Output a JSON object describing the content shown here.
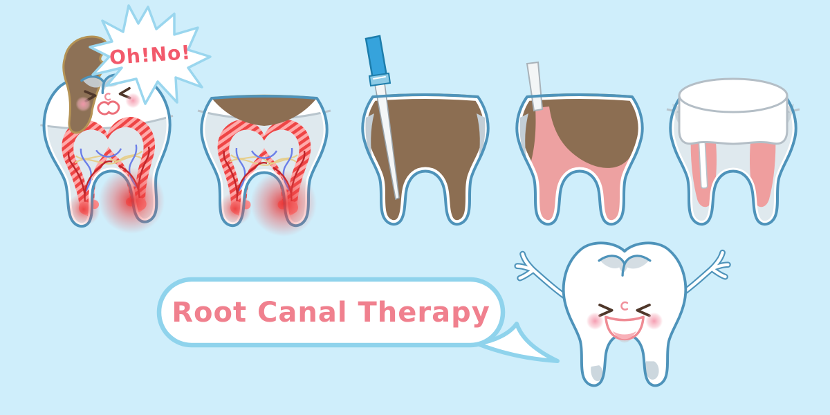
{
  "scene": {
    "background": "#cfeefb",
    "title": "Root Canal Therapy"
  },
  "exclamation": {
    "label": "Oh!No!",
    "color": "#f2596b"
  },
  "speech_bubble": {
    "label": "Root Canal Therapy",
    "text_color": "#f0808e",
    "border_color": "#8fd3ec",
    "fill": "#ffffff"
  },
  "palette": {
    "tooth_outline": "#4e93ba",
    "enamel": "#ffffff",
    "dentin": "#dfe9ee",
    "dentin_line": "#b9c5cd",
    "pulp_stripe_red": "#ee4545",
    "pulp_base_pink": "#ffaaaa",
    "root_tip_pink": "#fb8f8f",
    "inflammation_glow": "#e62e2e",
    "decay_brown": "#8d7156",
    "decay_rim_tan": "#c9a353",
    "filling_pink": "#eda1a1",
    "file_handle_blue": "#36a3dc",
    "crown_cap_gray": "#b4bec6",
    "blush_pink": "#f598ad",
    "face_brown": "#4f372a"
  },
  "stages": [
    {
      "icon": "decayed-tooth-with-pain-icon"
    },
    {
      "icon": "opened-decay-cavity-icon"
    },
    {
      "icon": "root-canal-file-cleaning-icon"
    },
    {
      "icon": "canal-filling-icon"
    },
    {
      "icon": "crown-restoration-icon"
    }
  ],
  "character": {
    "icon": "happy-tooth-character-icon"
  }
}
